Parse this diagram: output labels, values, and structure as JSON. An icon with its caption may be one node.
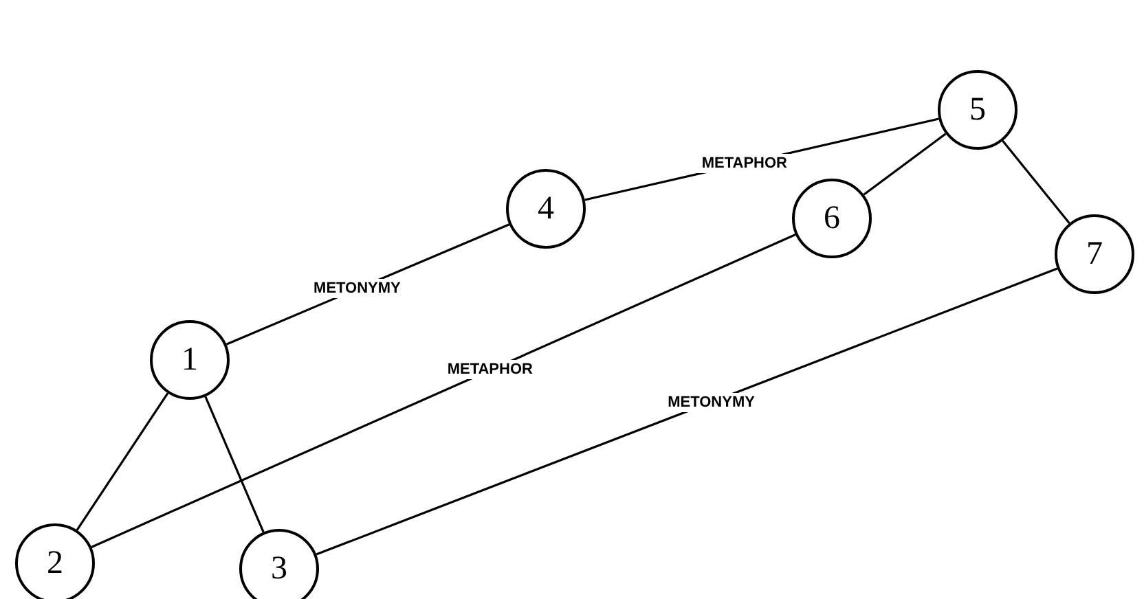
{
  "diagram": {
    "nodes": [
      {
        "text": [
          "1"
        ]
      },
      {
        "text": [
          "2"
        ]
      },
      {
        "text": [
          "3"
        ]
      },
      {
        "text": [
          "4"
        ]
      },
      {
        "text": [
          "5"
        ]
      },
      {
        "text": [
          "6"
        ]
      },
      {
        "text": [
          "7"
        ]
      }
    ],
    "edges": [
      {
        "from": 0,
        "to": 1,
        "arrow": "none"
      },
      {
        "from": 0,
        "to": 2,
        "arrow": "none"
      },
      {
        "from": 0,
        "to": 3,
        "arrow": "none",
        "label": "METONYMY"
      },
      {
        "from": 3,
        "to": 4,
        "arrow": "none",
        "label": "METAPHOR"
      },
      {
        "from": 4,
        "to": 5,
        "arrow": "none"
      },
      {
        "from": 4,
        "to": 6,
        "arrow": "none"
      },
      {
        "from": 1,
        "to": 5,
        "arrow": "none",
        "label": "METAPHOR"
      },
      {
        "from": 2,
        "to": 6,
        "arrow": "none",
        "label": "METONYMY"
      }
    ]
  }
}
